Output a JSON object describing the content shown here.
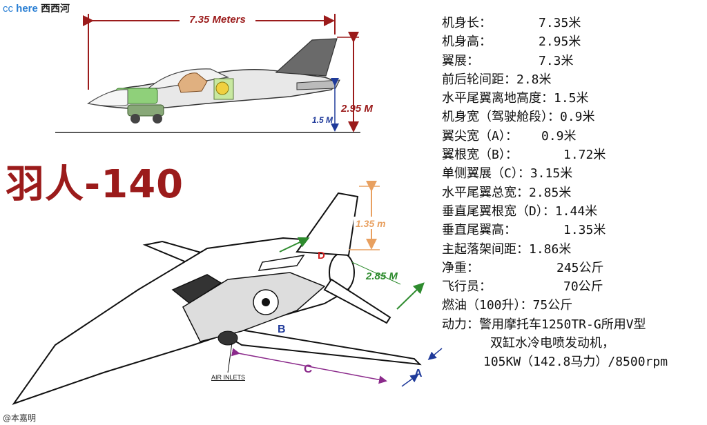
{
  "watermark": {
    "cc": "cc",
    "here": "here",
    "site": "西西河"
  },
  "title": "羽人-140",
  "credit": "@本嘉明",
  "side_view": {
    "length_label": "7.35 Meters",
    "height_label": "2.95 M",
    "tail_height_label": "1.5 M"
  },
  "iso_view": {
    "fin_height_label": "1.35 m",
    "tail_span_label": "2.85 M",
    "label_a": "A",
    "label_b": "B",
    "label_c": "C",
    "label_d": "D",
    "air_inlets": "AIR INLETS"
  },
  "specs": [
    {
      "key": "机身长：",
      "value": "7.35米"
    },
    {
      "key": "机身高：",
      "value": "2.95米"
    },
    {
      "key": "翼展：",
      "value": "7.3米"
    },
    {
      "key": "前后轮间距：",
      "value": "2.8米"
    },
    {
      "key": "水平尾翼离地高度：",
      "value": "1.5米"
    },
    {
      "key": "机身宽（驾驶舱段）：",
      "value": "0.9米"
    },
    {
      "key": "翼尖宽（A）：",
      "value": "0.9米"
    },
    {
      "key": "翼根宽（B）：",
      "value": "1.72米"
    },
    {
      "key": "单侧翼展（C）：",
      "value": "3.15米"
    },
    {
      "key": "水平尾翼总宽：",
      "value": "2.85米"
    },
    {
      "key": "垂直尾翼根宽（D）：",
      "value": "1.44米"
    },
    {
      "key": "垂直尾翼高：",
      "value": "1.35米"
    },
    {
      "key": "主起落架间距：",
      "value": "1.86米"
    },
    {
      "key": "净重：",
      "value": "245公斤"
    },
    {
      "key": "飞行员：",
      "value": "70公斤"
    },
    {
      "key": "燃油（100升）：",
      "value": "75公斤"
    },
    {
      "key": "动力：",
      "value": "警用摩托车1250TR-G所用V型"
    },
    {
      "key": "",
      "value": "双缸水冷电喷发动机，"
    },
    {
      "key": "",
      "value": "105KW（142.8马力）/8500rpm"
    }
  ],
  "colors": {
    "title": "#9b1b1b",
    "dim_red": "#9b1b1b",
    "dim_blue": "#1f3a9a",
    "dim_green": "#2e8b2e",
    "dim_orange": "#e8a060",
    "label_red": "#d02020",
    "label_purple": "#8b2a8b"
  }
}
